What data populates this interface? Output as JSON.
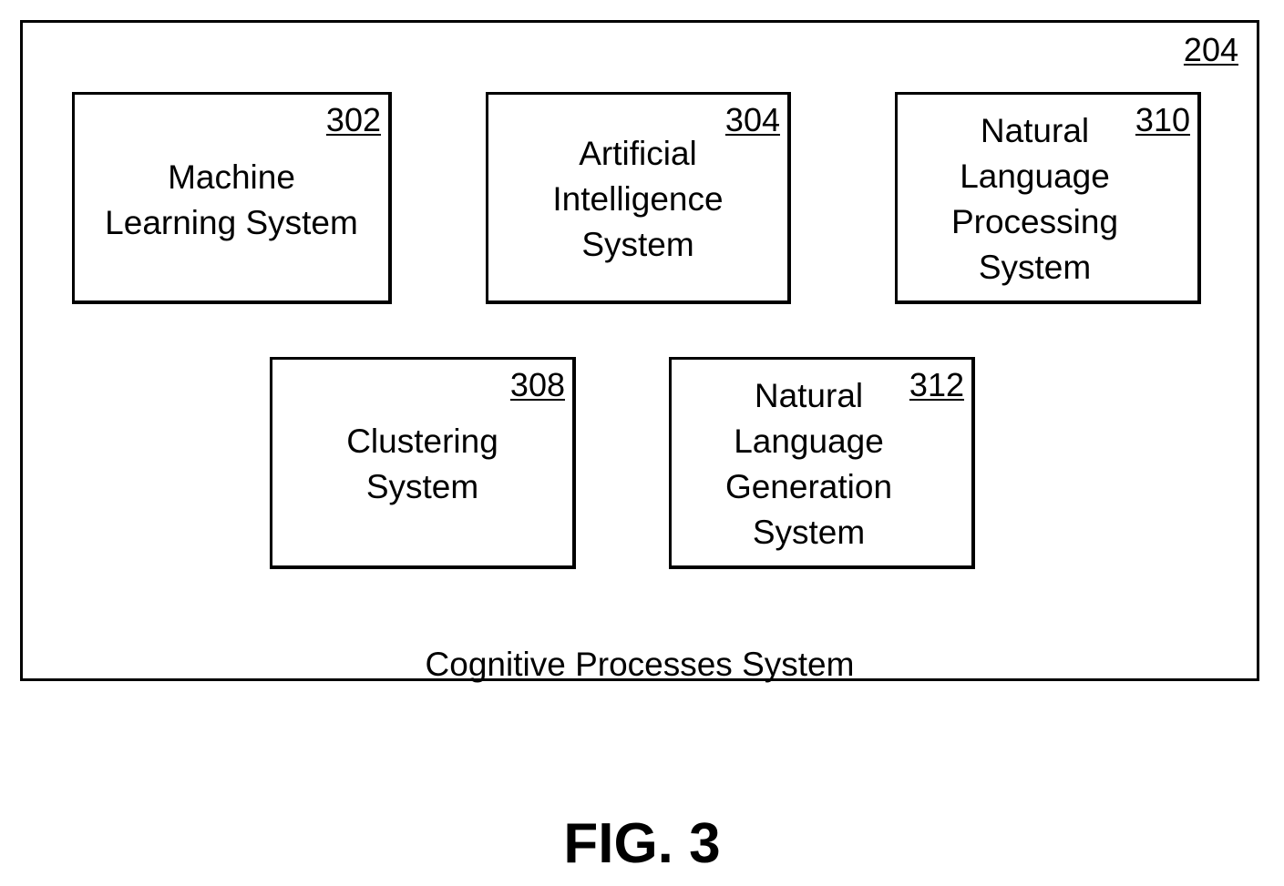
{
  "outer_box": {
    "ref": "204",
    "caption": "Cognitive Processes System"
  },
  "boxes": [
    {
      "ref": "302",
      "label": "Machine\nLearning System"
    },
    {
      "ref": "304",
      "label": "Artificial\nIntelligence\nSystem"
    },
    {
      "ref": "310",
      "label": "Natural\nLanguage\nProcessing\nSystem"
    },
    {
      "ref": "308",
      "label": "Clustering\nSystem"
    },
    {
      "ref": "312",
      "label": "Natural\nLanguage\nGeneration\nSystem"
    }
  ],
  "figure_label": "FIG. 3"
}
